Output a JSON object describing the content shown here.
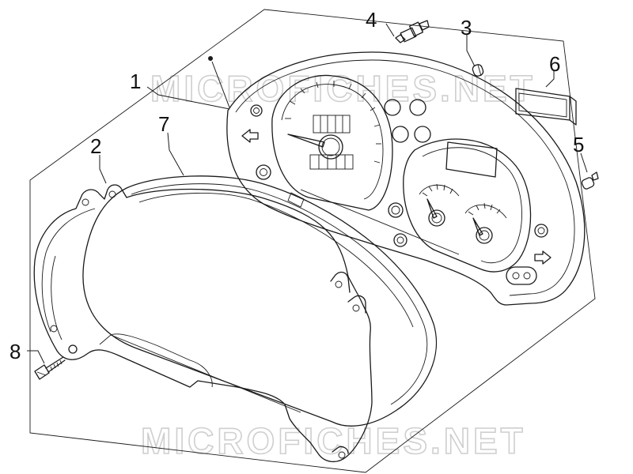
{
  "watermark": {
    "text": "MICROFICHES.NET",
    "color": "#cfcfcf"
  },
  "callouts": {
    "c1": "1",
    "c2": "2",
    "c3": "3",
    "c4": "4",
    "c5": "5",
    "c6": "6",
    "c7": "7",
    "c8": "8"
  },
  "colors": {
    "line": "#1a1a1a",
    "background": "#ffffff"
  }
}
